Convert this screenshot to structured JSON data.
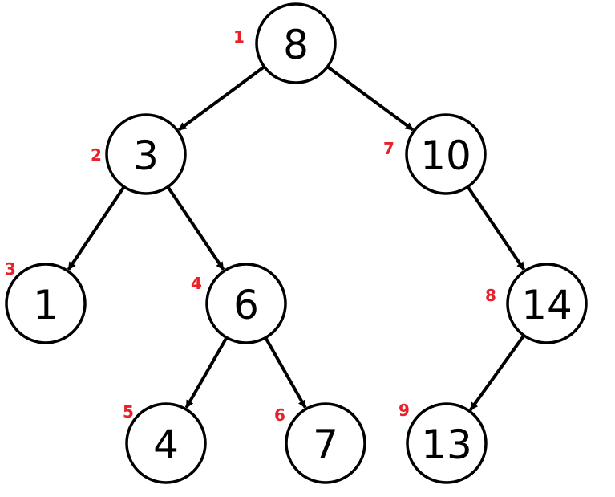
{
  "colors": {
    "order_label": "#e8202a",
    "stroke": "#000000",
    "node_fill": "#ffffff"
  },
  "nodes": [
    {
      "id": "n8",
      "value": "8",
      "order": "1"
    },
    {
      "id": "n3",
      "value": "3",
      "order": "2"
    },
    {
      "id": "n1",
      "value": "1",
      "order": "3"
    },
    {
      "id": "n6",
      "value": "6",
      "order": "4"
    },
    {
      "id": "n4",
      "value": "4",
      "order": "5"
    },
    {
      "id": "n7",
      "value": "7",
      "order": "6"
    },
    {
      "id": "n10",
      "value": "10",
      "order": "7"
    },
    {
      "id": "n14",
      "value": "14",
      "order": "8"
    },
    {
      "id": "n13",
      "value": "13",
      "order": "9"
    }
  ],
  "edges": [
    {
      "from": "n8",
      "to": "n3"
    },
    {
      "from": "n8",
      "to": "n10"
    },
    {
      "from": "n3",
      "to": "n1"
    },
    {
      "from": "n3",
      "to": "n6"
    },
    {
      "from": "n6",
      "to": "n4"
    },
    {
      "from": "n6",
      "to": "n7"
    },
    {
      "from": "n10",
      "to": "n14"
    },
    {
      "from": "n14",
      "to": "n13"
    }
  ]
}
